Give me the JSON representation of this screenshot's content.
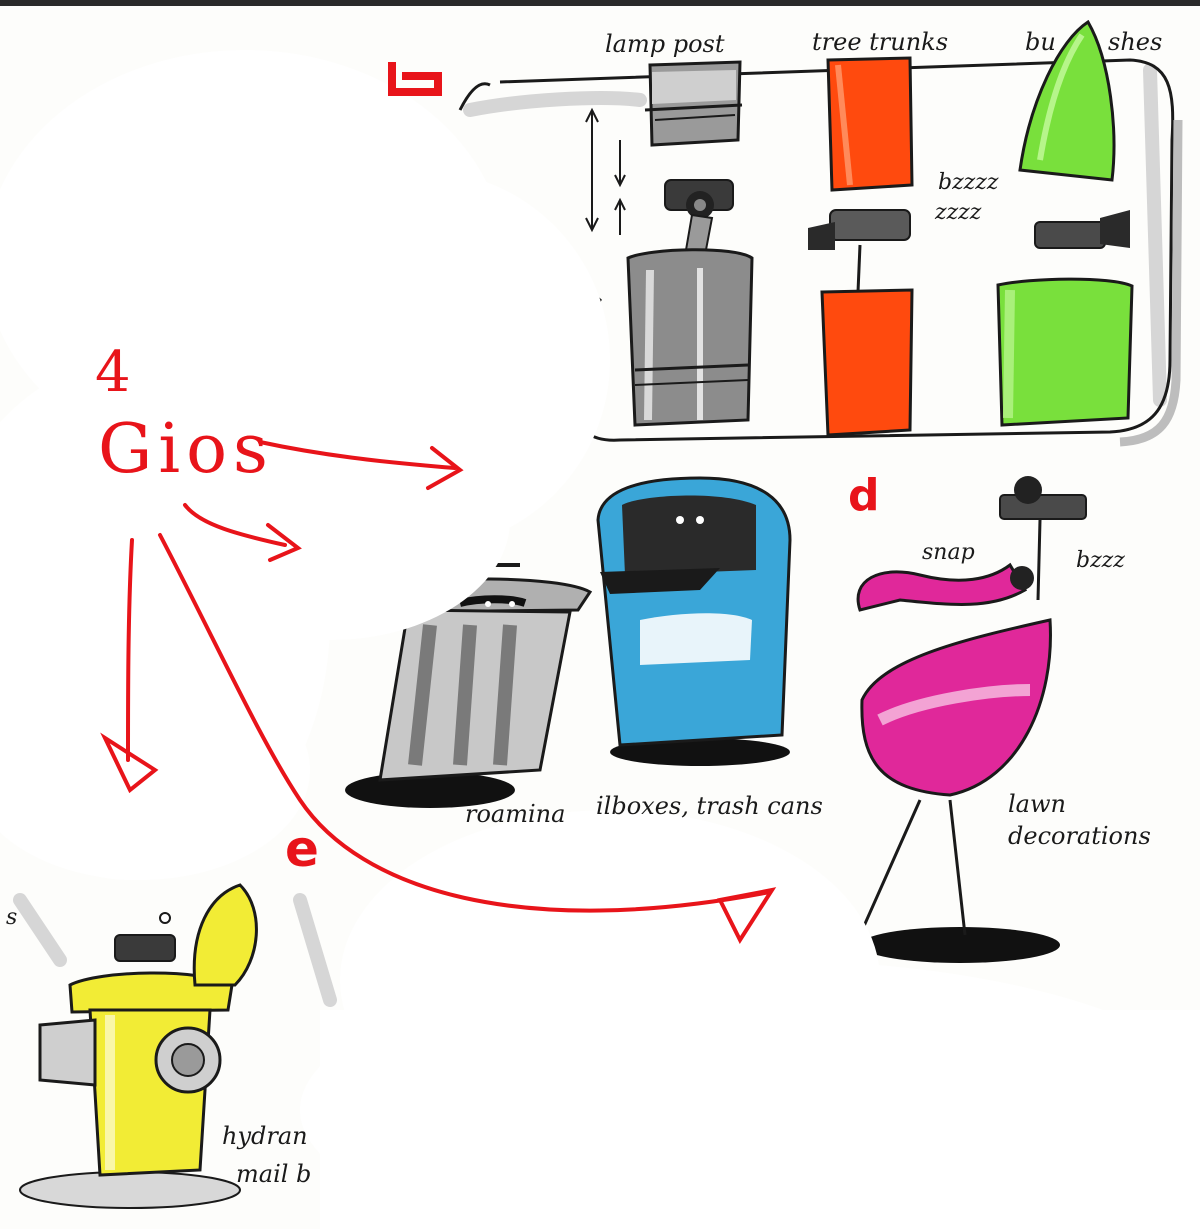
{
  "annotations": {
    "count": "4",
    "gios": "Gios"
  },
  "section_letters": {
    "b": "b",
    "d": "d",
    "e": "e"
  },
  "labels": {
    "lamp_post": "lamp post",
    "tree_trunks": "tree trunks",
    "bushes_a": "bu",
    "bushes_b": "shes",
    "bzzzz_1": "bzzzz",
    "bzzzz_2": "zzzz",
    "snap": "snap",
    "bzzz": "bzzz",
    "roaming": "roamina",
    "mailboxes": "ilboxes, trash cans",
    "lawn_1": "lawn",
    "lawn_2": "decorations",
    "hydrant_1": "hydran",
    "hydrant_2": "mail b",
    "s_fragment": "s"
  },
  "colors": {
    "ink": "#1a1a1a",
    "red": "#e8141a",
    "grey": "#a8a8a8",
    "orange": "#ff4a0e",
    "green": "#79e03c",
    "blue": "#3aa6d8",
    "pink": "#e0289a",
    "yellow": "#f2ec35"
  }
}
